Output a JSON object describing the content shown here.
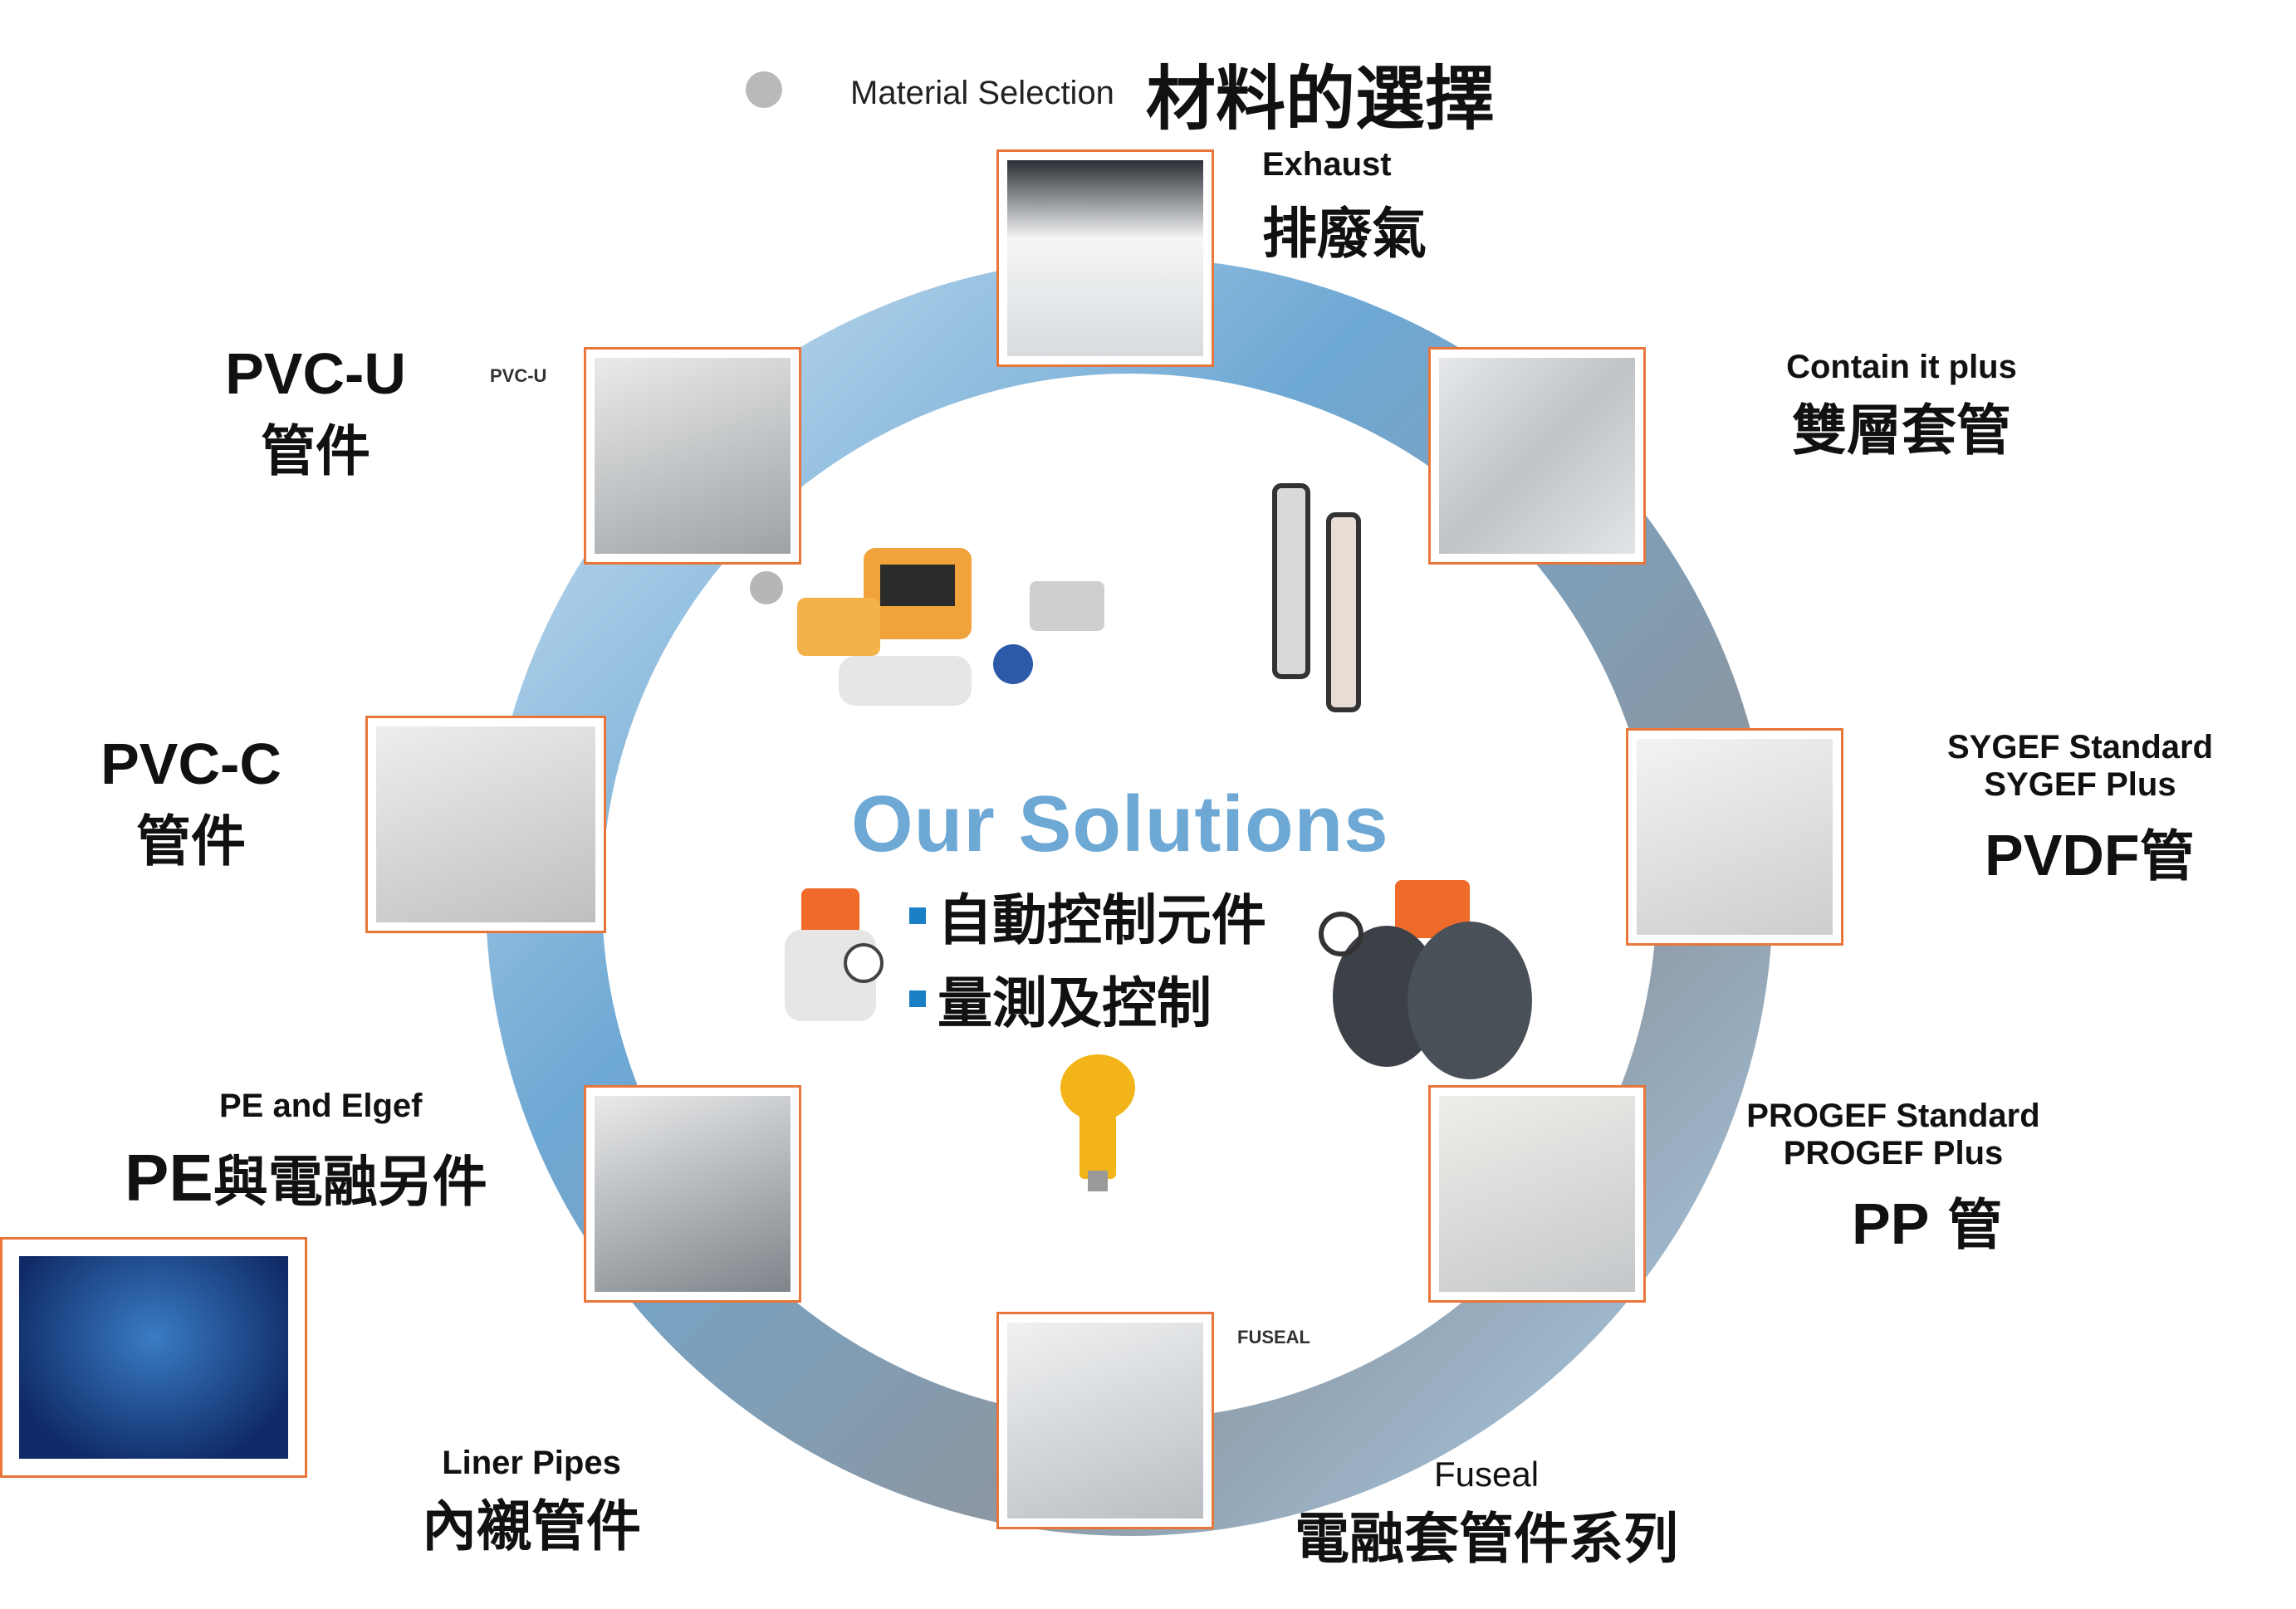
{
  "header": {
    "label_en": "Material Selection",
    "label_zh": "材料的選擇"
  },
  "center": {
    "title": "Our Solutions",
    "bullets": [
      "自動控制元件",
      "量測及控制"
    ]
  },
  "segments": {
    "exhaust": {
      "en": "Exhaust",
      "zh": "排廢氣"
    },
    "contain": {
      "en": "Contain it plus",
      "zh": "雙層套管"
    },
    "pvdf": {
      "en1": "SYGEF Standard",
      "en2": "SYGEF Plus",
      "main": "PVDF",
      "zh": "管"
    },
    "pp": {
      "en1": "PROGEF Standard",
      "en2": "PROGEF Plus",
      "main": "PP",
      "zh": "管"
    },
    "fuseal": {
      "en": "Fuseal",
      "zh": "電融套管件系列",
      "tag": "FUSEAL"
    },
    "liner": {
      "en": "Liner Pipes",
      "zh": "內襯管件"
    },
    "pe": {
      "en": "PE and Elgef",
      "main": "PE",
      "zh": "與電融另件"
    },
    "pvcc": {
      "main": "PVC-C",
      "zh": "管件"
    },
    "pvcu": {
      "main": "PVC-U",
      "zh": "管件",
      "tag": "PVC-U"
    }
  },
  "colors": {
    "accent_frame": "#e8763a",
    "ring_light": "#9cc6e6",
    "ring_dark": "#8a97a3",
    "title_blue": "#6ea8d4",
    "bullet_blue": "#1a7fc4"
  }
}
